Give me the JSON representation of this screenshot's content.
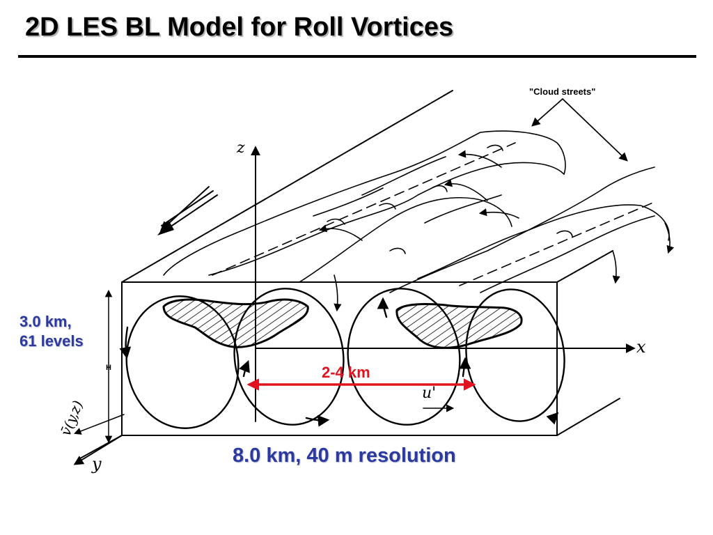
{
  "slide": {
    "title": "2D LES BL Model for Roll Vortices"
  },
  "labels": {
    "height_line1": "3.0 km,",
    "height_line2": "61 levels",
    "width": "8.0 km, 40 m resolution",
    "spacing": "2-4 km",
    "cloud_streets": "\"Cloud streets\"",
    "boundary_height": "H",
    "axis_z": "z",
    "axis_x": "x",
    "axis_y": "y",
    "perturbation_u": "u'",
    "cross_flow_v": "v̄(y,z)"
  },
  "colors": {
    "label_blue": "#2b3aa0",
    "spacing_red": "#e0141e"
  }
}
